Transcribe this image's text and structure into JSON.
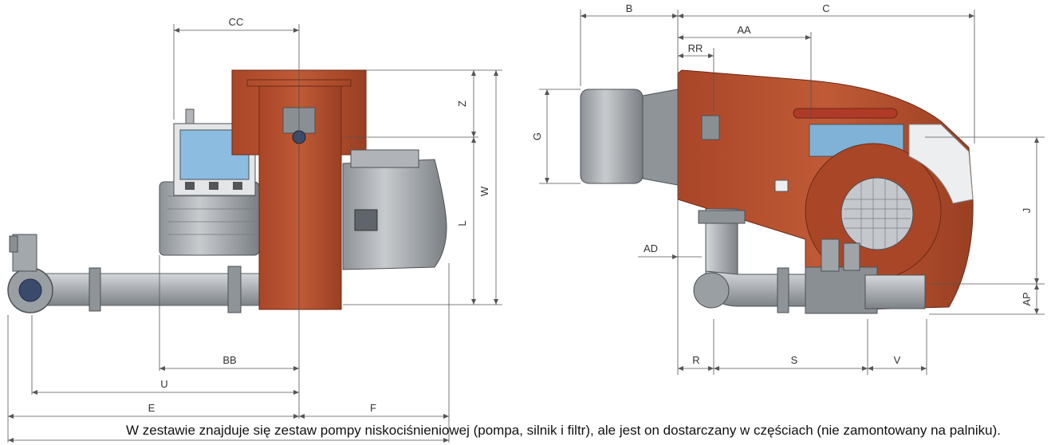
{
  "colors": {
    "body_red": "#b5502f",
    "body_red_dark": "#8c3a20",
    "metal_grey": "#a9adb2",
    "metal_dark": "#6f747a",
    "panel_blue": "#7fb2d6",
    "dim_line": "#555555"
  },
  "dimensions": {
    "cc": "CC",
    "z": "Z",
    "w": "W",
    "l": "L",
    "bb": "BB",
    "u": "U",
    "e": "E",
    "f": "F",
    "b": "B",
    "c": "C",
    "aa": "AA",
    "rr": "RR",
    "g": "G",
    "ad": "AD",
    "j": "J",
    "ap": "AP",
    "r": "R",
    "s": "S",
    "v": "V"
  },
  "caption": "W zestawie znajduje się zestaw pompy niskociśnieniowej (pompa, silnik i filtr), ale jest on dostarczany w częściach (nie zamontowany na palniku)."
}
